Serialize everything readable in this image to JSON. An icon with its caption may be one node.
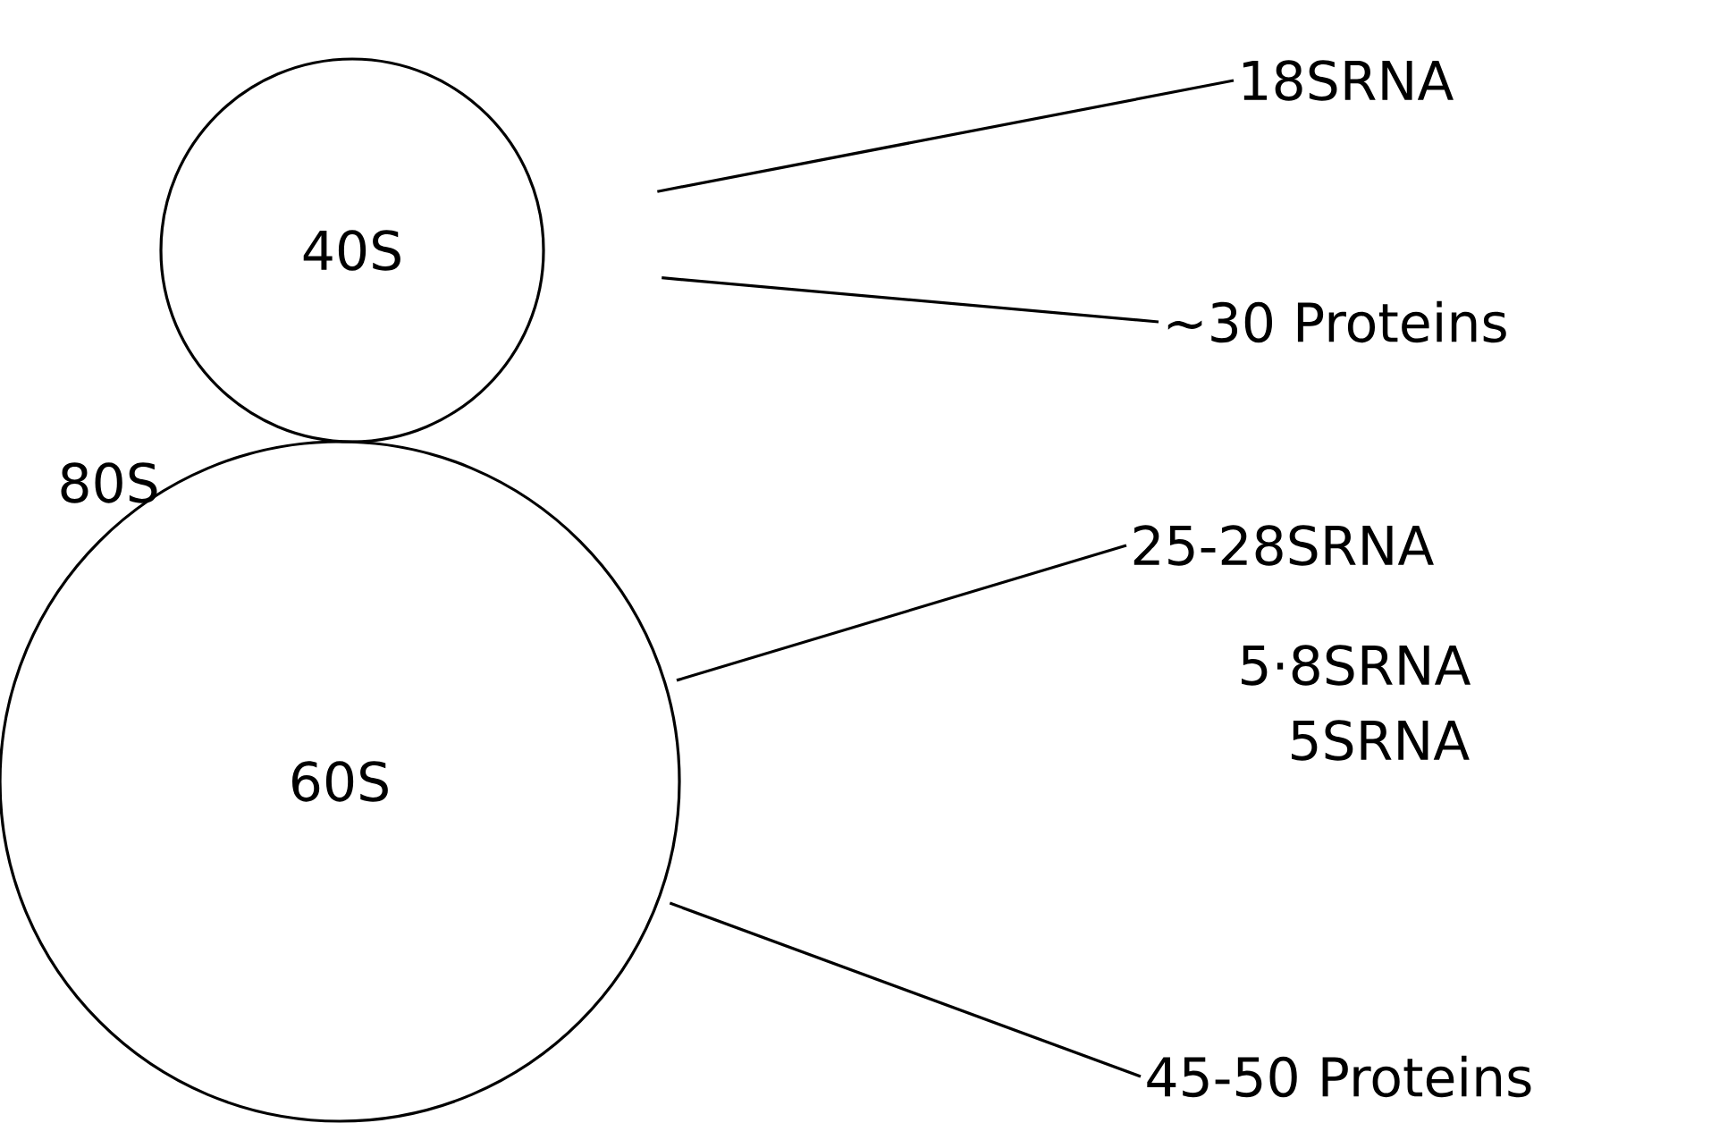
{
  "diagram": {
    "nodes": [
      {
        "text": [
          "40S"
        ]
      },
      {
        "text": [
          "60S"
        ]
      },
      {
        "text": [
          "18SRNA"
        ]
      },
      {
        "text": [
          "~30 Proteins"
        ]
      },
      {
        "text": [
          "25-28SRNA"
        ]
      },
      {
        "text": [
          "45-50 Proteins"
        ]
      }
    ],
    "edges": [
      {
        "from": 0,
        "to": 2,
        "arrow": "none"
      },
      {
        "from": 0,
        "to": 3,
        "arrow": "none"
      },
      {
        "from": 1,
        "to": 4,
        "arrow": "none"
      },
      {
        "from": 1,
        "to": 5,
        "arrow": "none"
      }
    ],
    "labels": [
      "80S",
      "5·8SRNA",
      "5SRNA"
    ]
  }
}
